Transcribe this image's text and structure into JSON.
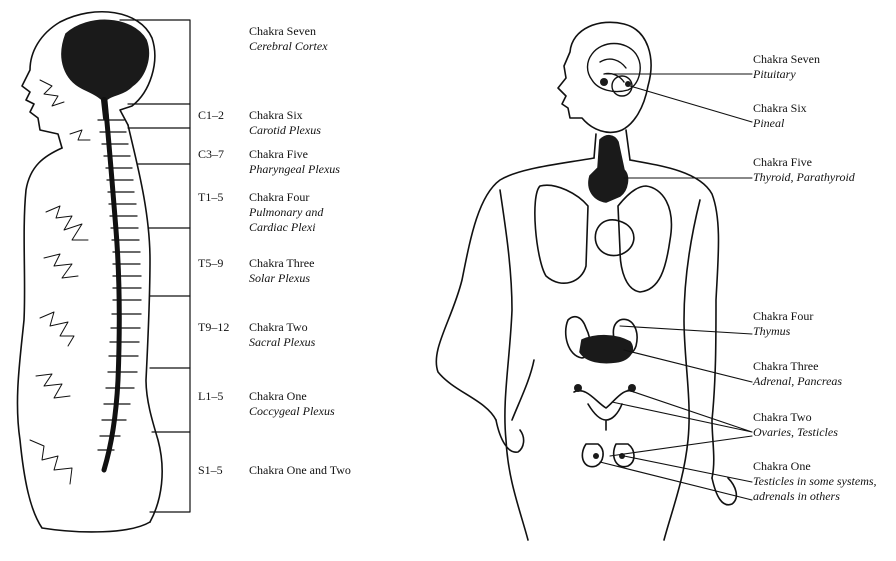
{
  "spine_panel": {
    "rows": [
      {
        "segment": "",
        "title": "Chakra Seven",
        "sub": "Cerebral Cortex"
      },
      {
        "segment": "C1–2",
        "title": "Chakra Six",
        "sub": "Carotid Plexus"
      },
      {
        "segment": "C3–7",
        "title": "Chakra Five",
        "sub": "Pharyngeal Plexus"
      },
      {
        "segment": "T1–5",
        "title": "Chakra Four",
        "sub": "Pulmonary and",
        "sub2": "Cardiac Plexi"
      },
      {
        "segment": "T5–9",
        "title": "Chakra Three",
        "sub": "Solar Plexus"
      },
      {
        "segment": "T9–12",
        "title": "Chakra Two",
        "sub": "Sacral Plexus"
      },
      {
        "segment": "L1–5",
        "title": "Chakra One",
        "sub": "Coccygeal Plexus"
      },
      {
        "segment": "S1–5",
        "title": "Chakra One and Two",
        "sub": ""
      }
    ]
  },
  "gland_panel": {
    "rows": [
      {
        "title": "Chakra Seven",
        "sub": "Pituitary"
      },
      {
        "title": "Chakra Six",
        "sub": "Pineal"
      },
      {
        "title": "Chakra Five",
        "sub": "Thyroid, Parathyroid"
      },
      {
        "title": "Chakra Four",
        "sub": "Thymus"
      },
      {
        "title": "Chakra Three",
        "sub": "Adrenal, Pancreas"
      },
      {
        "title": "Chakra Two",
        "sub": "Ovaries, Testicles"
      },
      {
        "title": "Chakra One",
        "sub": "Testicles in some systems,",
        "sub2": "adrenals in others"
      }
    ]
  },
  "colors": {
    "ink": "#111111",
    "organ_fill": "#1a1a1a",
    "background": "#ffffff"
  }
}
